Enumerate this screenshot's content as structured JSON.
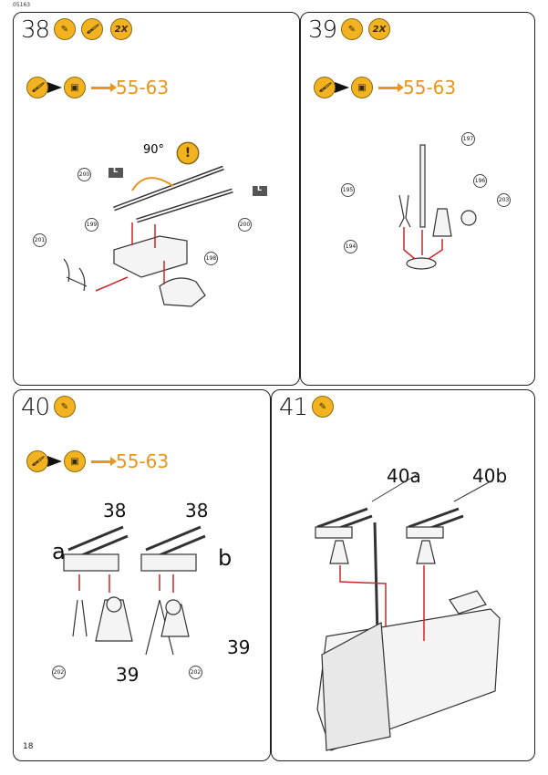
{
  "header": {
    "code": "05163"
  },
  "page_number": "18",
  "paint_ref": "55-63",
  "steps": [
    {
      "number": "38",
      "badge": "2X",
      "parts": [
        "200",
        "200",
        "199",
        "201",
        "198"
      ],
      "angle": "90°",
      "flag": "L"
    },
    {
      "number": "39",
      "badge": "2X",
      "parts": [
        "197",
        "195",
        "196",
        "203",
        "194"
      ]
    },
    {
      "number": "40",
      "parts": [
        "38",
        "38",
        "202",
        "202",
        "39",
        "39"
      ],
      "labels": [
        "a",
        "b"
      ]
    },
    {
      "number": "41",
      "labels": [
        "40a",
        "40b"
      ]
    }
  ],
  "colors": {
    "icon": "#f3b320",
    "accent": "#e8961e",
    "arrow": "#c8282a"
  }
}
